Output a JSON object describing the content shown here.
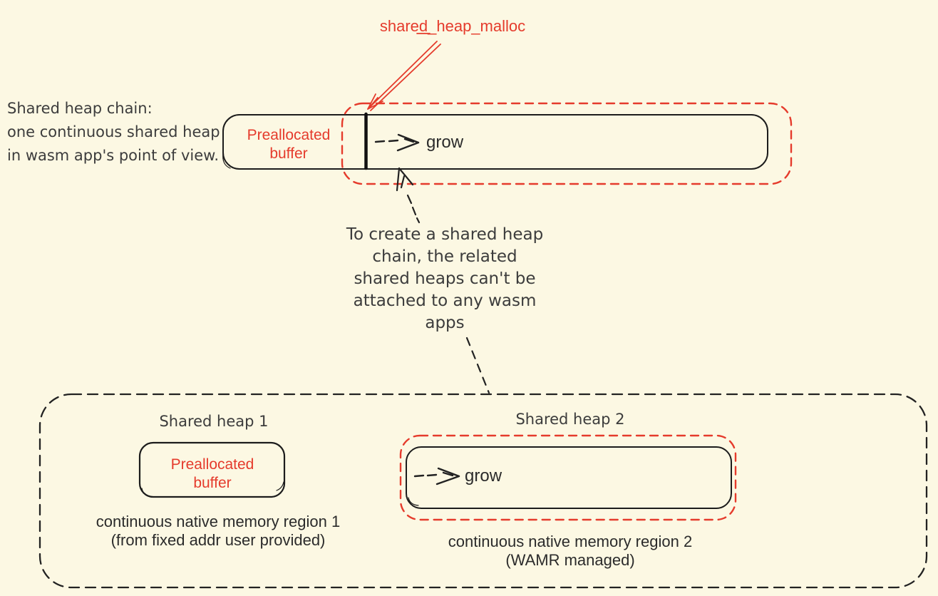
{
  "colors": {
    "background": "#fcf8e3",
    "accent_red": "#e53b2c",
    "ink": "#222222",
    "text_dark": "#3c3c3c"
  },
  "header": {
    "malloc_label": "shared_heap_malloc"
  },
  "chain_caption": {
    "lines": [
      "Shared heap chain:",
      "one continuous shared heap",
      "in wasm app's point of view."
    ]
  },
  "main_heap": {
    "buffer_line1": "Preallocated",
    "buffer_line2": "buffer",
    "grow_label": "grow"
  },
  "note": {
    "lines": [
      "To create a shared heap",
      "chain, the related",
      "shared heaps can't be",
      "attached to any wasm",
      "apps"
    ]
  },
  "container": {
    "heap1": {
      "title": "Shared heap 1",
      "buffer_line1": "Preallocated",
      "buffer_line2": "buffer",
      "caption_line1": "continuous native memory region 1",
      "caption_line2": "(from fixed addr user provided)"
    },
    "heap2": {
      "title": "Shared heap 2",
      "grow_label": "grow",
      "caption_line1": "continuous native memory region 2",
      "caption_line2": "(WAMR managed)"
    }
  }
}
